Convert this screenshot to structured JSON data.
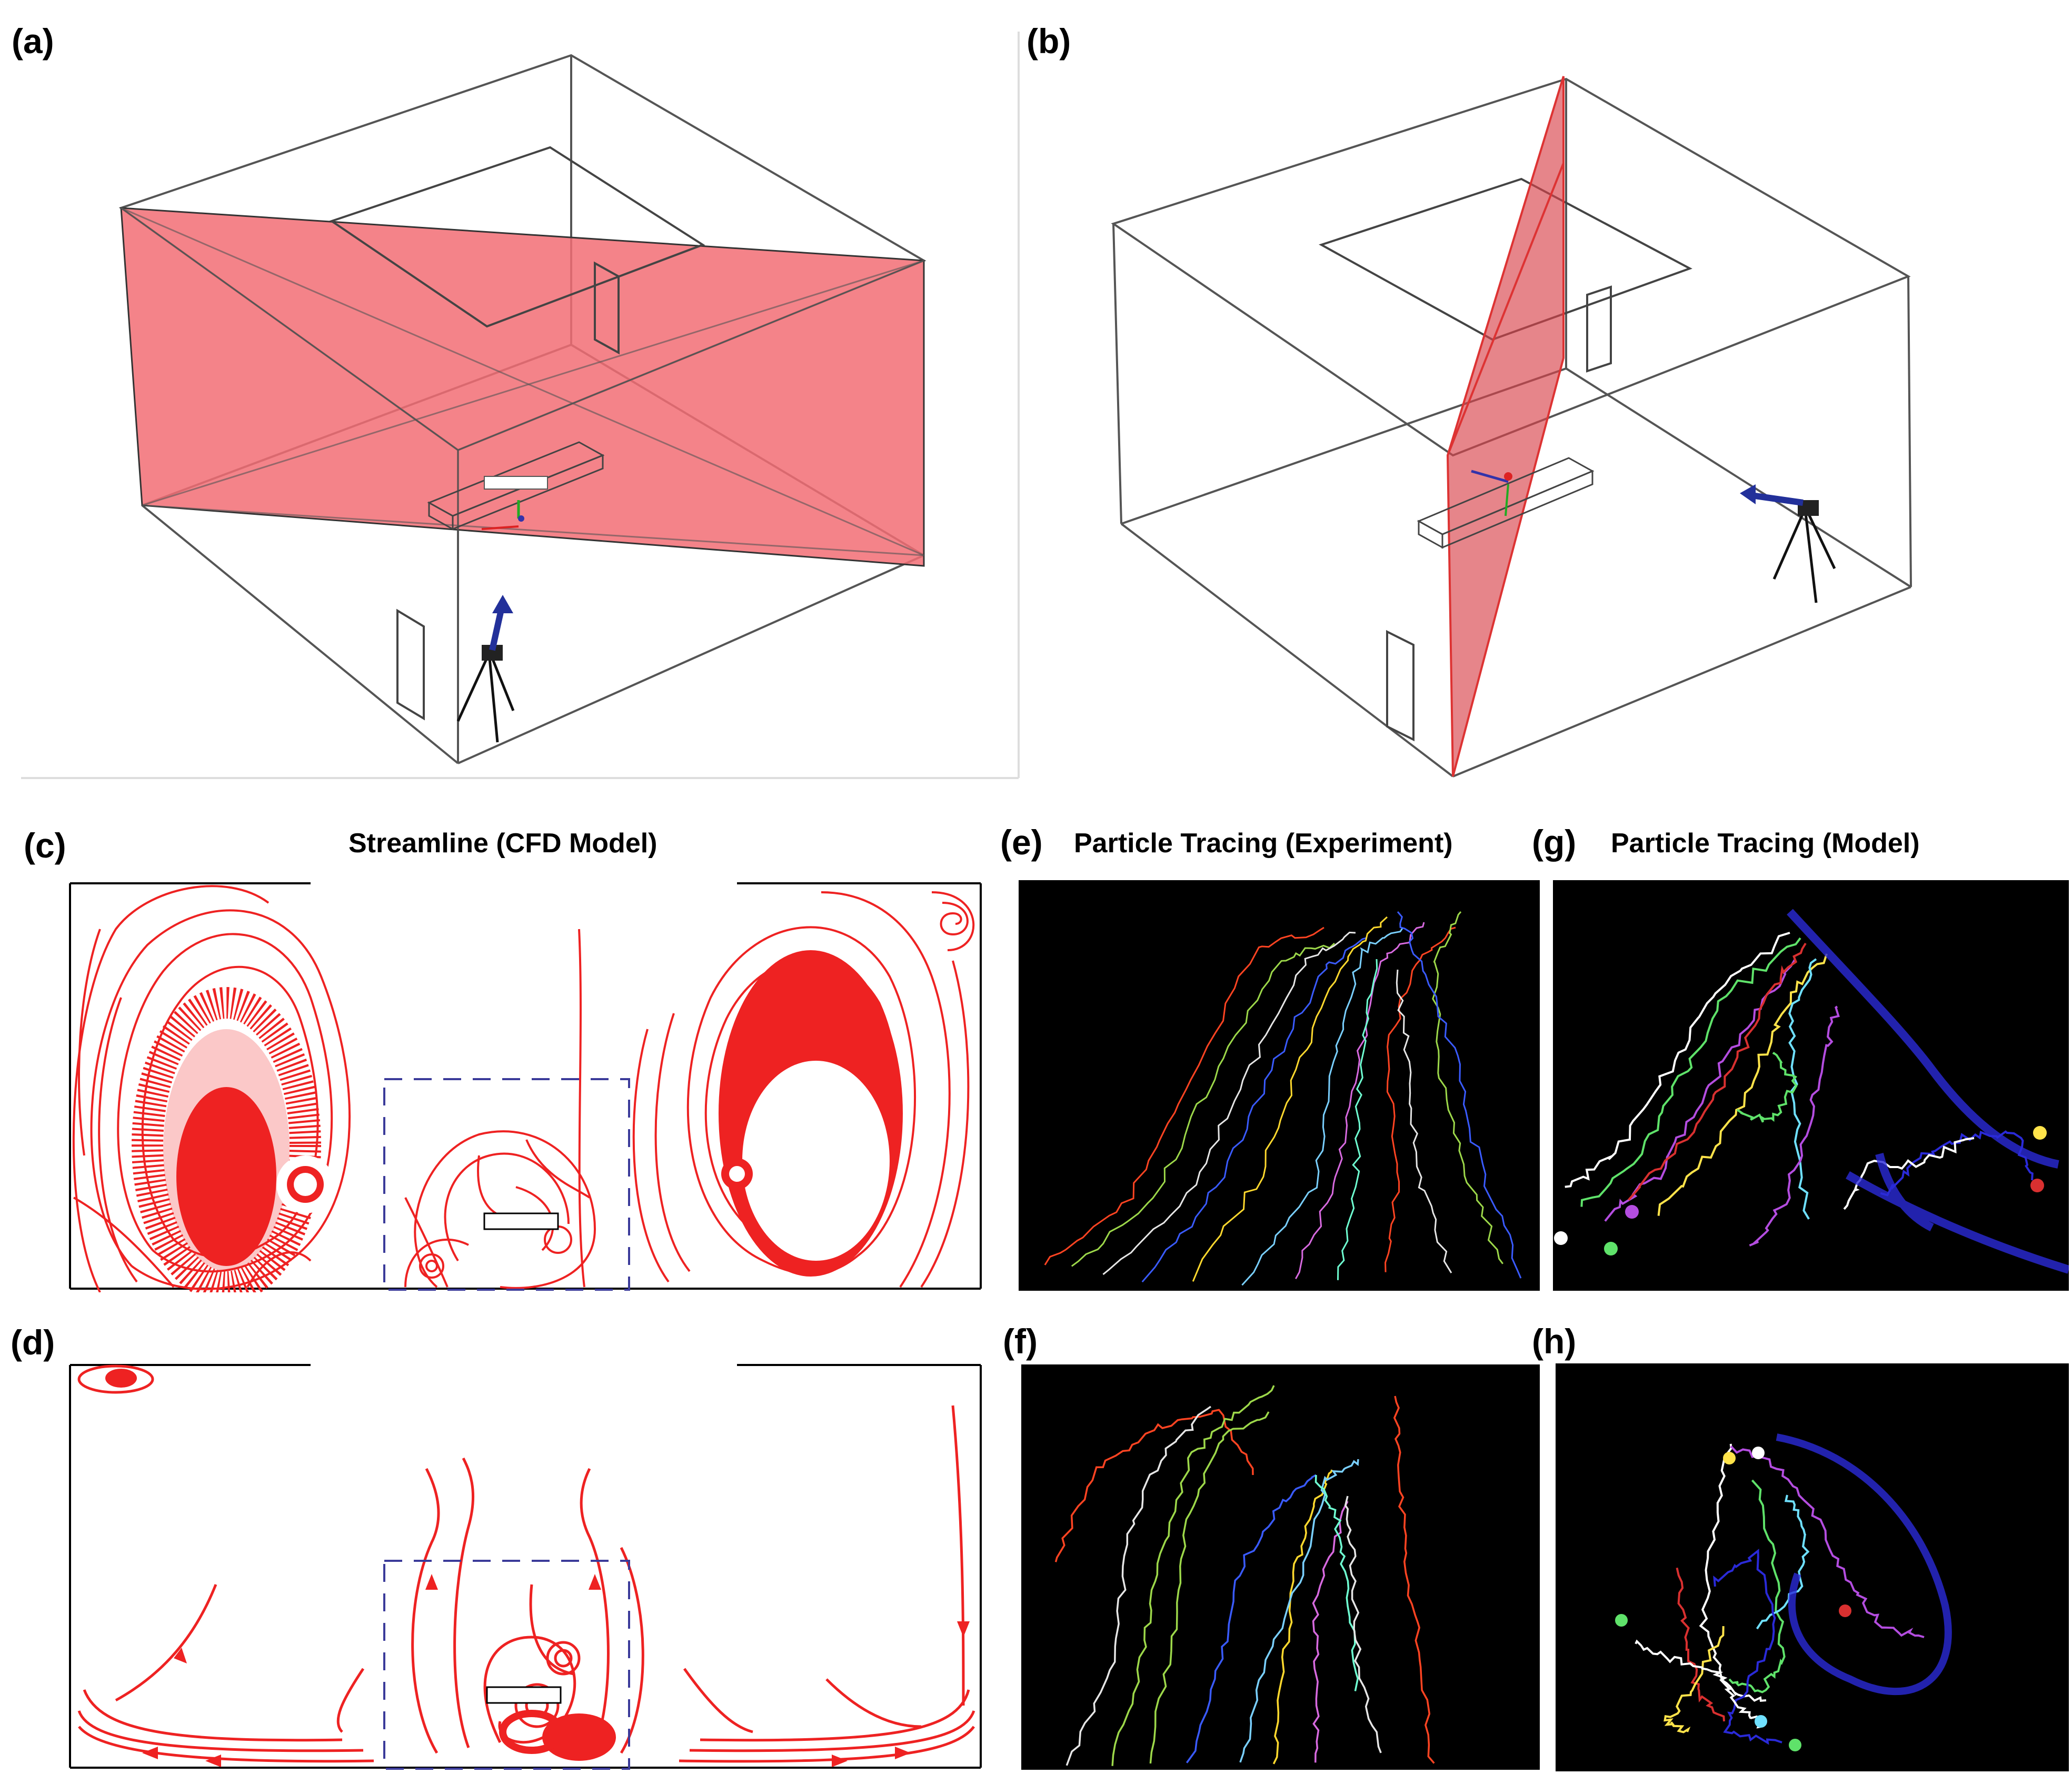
{
  "panels": {
    "a": {
      "label": "(a)"
    },
    "b": {
      "label": "(b)"
    },
    "c": {
      "label": "(c)",
      "title": "Streamline (CFD Model)"
    },
    "d": {
      "label": "(d)"
    },
    "e": {
      "label": "(e)",
      "title": "Particle Tracing (Experiment)"
    },
    "f": {
      "label": "(f)"
    },
    "g": {
      "label": "(g)",
      "title": "Particle Tracing (Model)"
    },
    "h": {
      "label": "(h)"
    }
  },
  "colors": {
    "plane_fill": "#f26d74",
    "streamline": "#ee2222",
    "dashed_box": "#3b3b9a",
    "room_edge": "#6e6e6e",
    "background_dark": "#000000"
  },
  "experiment_trace_colors": [
    "#ff4422",
    "#9dd84a",
    "#e6e6e6",
    "#3a5bff",
    "#ffd92e",
    "#7ad0ff",
    "#d86ae0",
    "#6fffd2"
  ],
  "model_trace_colors": [
    "#ffffff",
    "#5fe26a",
    "#b44de0",
    "#d93030",
    "#ffe34a",
    "#6fe0ff",
    "#2a2ad8"
  ]
}
